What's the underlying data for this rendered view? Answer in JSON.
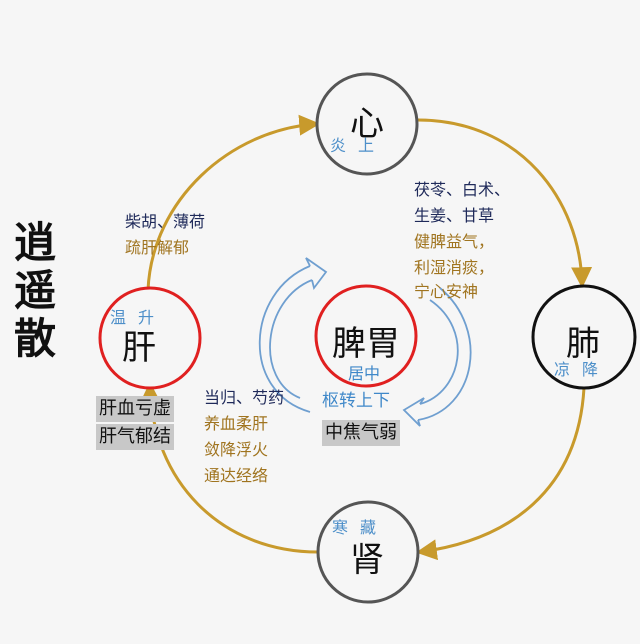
{
  "title": [
    "逍",
    "遥",
    "散"
  ],
  "organs": {
    "heart": {
      "name": "心",
      "sub": "炎上"
    },
    "liver": {
      "name": "肝",
      "sub": "温升"
    },
    "lung": {
      "name": "肺",
      "sub": "凉降"
    },
    "kidney": {
      "name": "肾",
      "sub": "寒藏"
    },
    "spleen": {
      "name": "脾胃",
      "sub": "居中",
      "sub2": "枢转上下"
    }
  },
  "herbs": {
    "upper_left": {
      "herbs": "柴胡、薄荷",
      "effect": "疏肝解郁"
    },
    "upper_right": {
      "herbs1": "茯苓、白术、",
      "herbs2": "生姜、甘草",
      "effect1": "健脾益气，",
      "effect2": "利湿消痰，",
      "effect3": "宁心安神"
    },
    "lower_left": {
      "herbs": "当归、芍药",
      "effect1": "养血柔肝",
      "effect2": "敛降浮火",
      "effect3": "通达经络"
    }
  },
  "boxes": {
    "liver1": "肝血亏虚",
    "liver2": "肝气郁结",
    "spleen": "中焦气弱"
  },
  "colors": {
    "cycle_arrow": "#c89a2c",
    "red_ring": "#e02020",
    "gray_ring": "#555555",
    "black_ring": "#111111",
    "swirl": "#6f9fd0"
  }
}
